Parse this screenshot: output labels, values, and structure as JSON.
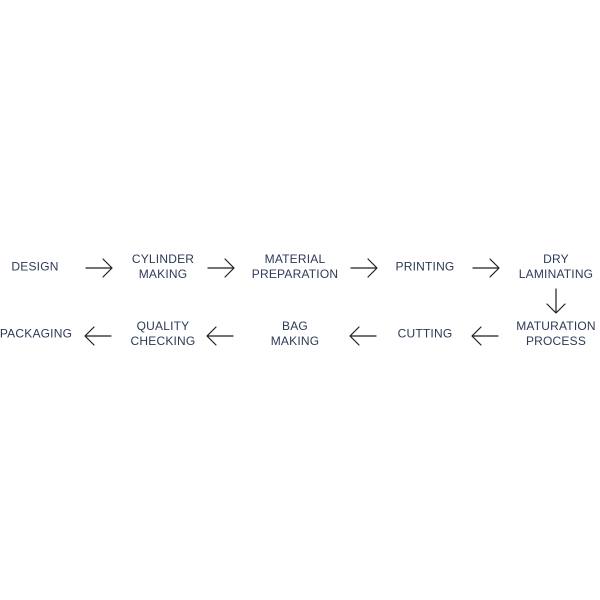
{
  "steps": [
    {
      "lines": [
        "DESIGN"
      ]
    },
    {
      "lines": [
        "CYLINDER",
        "MAKING"
      ]
    },
    {
      "lines": [
        "MATERIAL",
        "PREPARATION"
      ]
    },
    {
      "lines": [
        "PRINTING"
      ]
    },
    {
      "lines": [
        "DRY",
        "LAMINATING"
      ]
    },
    {
      "lines": [
        "MATURATION",
        "PROCESS"
      ]
    },
    {
      "lines": [
        "CUTTING"
      ]
    },
    {
      "lines": [
        "BAG",
        "MAKING"
      ]
    },
    {
      "lines": [
        "QUALITY",
        "CHECKING"
      ]
    },
    {
      "lines": [
        "PACKAGING"
      ]
    }
  ],
  "colors": {
    "text": "#2c3a57",
    "arrow": "#1f1f1f",
    "background": "#ffffff"
  }
}
